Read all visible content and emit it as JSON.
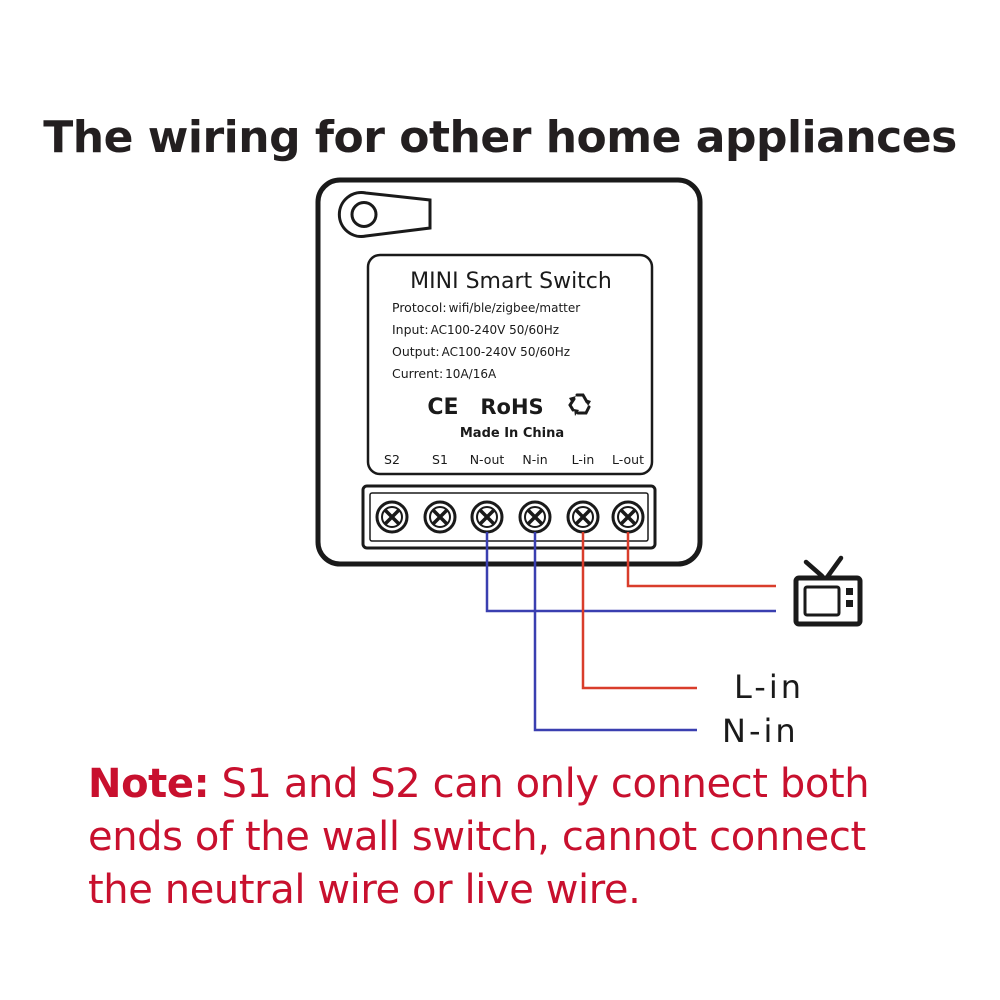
{
  "title": "The wiring for other home appliances",
  "device": {
    "name": "MINI Smart Switch",
    "specs": [
      {
        "label": "Protocol:",
        "value": "wifi/ble/zigbee/matter"
      },
      {
        "label": "Input:",
        "value": "AC100-240V 50/60Hz"
      },
      {
        "label": "Output:",
        "value": "AC100-240V 50/60Hz"
      },
      {
        "label": "Current:",
        "value": "10A/16A"
      }
    ],
    "certifications": [
      "CE",
      "RoHS"
    ],
    "origin": "Made In China",
    "terminals": [
      "S2",
      "S1",
      "N-out",
      "N-in",
      "L-in",
      "L-out"
    ]
  },
  "wires": {
    "live_color": "#d93d2b",
    "neutral_color": "#3a3fb0",
    "line_in_label": "L-in",
    "neutral_in_label": "N-in",
    "appliance_icon": "tv-icon"
  },
  "note": {
    "prefix": "Note:",
    "lines": [
      " S1 and S2 can only connect both",
      "ends of the wall switch, cannot connect",
      "the neutral wire or live wire."
    ]
  }
}
